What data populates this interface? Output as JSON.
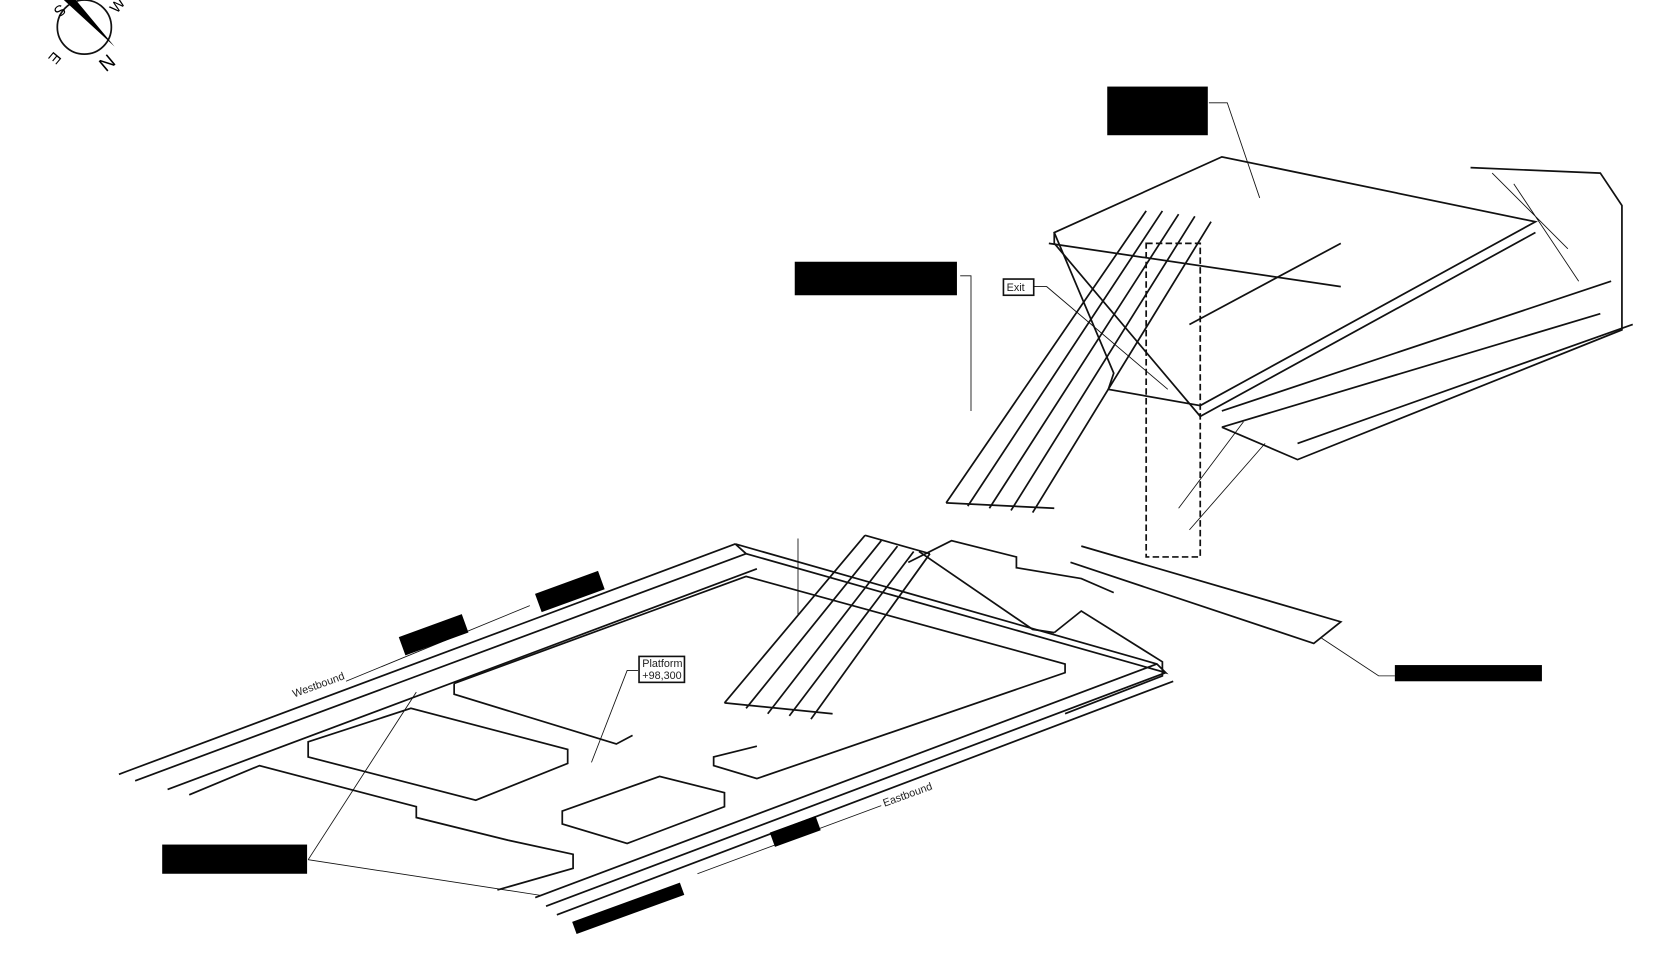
{
  "compass": {
    "north": "N",
    "south": "S",
    "east": "E",
    "west": "W"
  },
  "labels": {
    "westbound": "Westbound",
    "eastbound": "Eastbound",
    "platform_name": "Platform",
    "platform_level": "+98,300",
    "exit": "Exit"
  },
  "colors": {
    "line": "#111111",
    "redaction": "#000000",
    "background": "#ffffff"
  }
}
